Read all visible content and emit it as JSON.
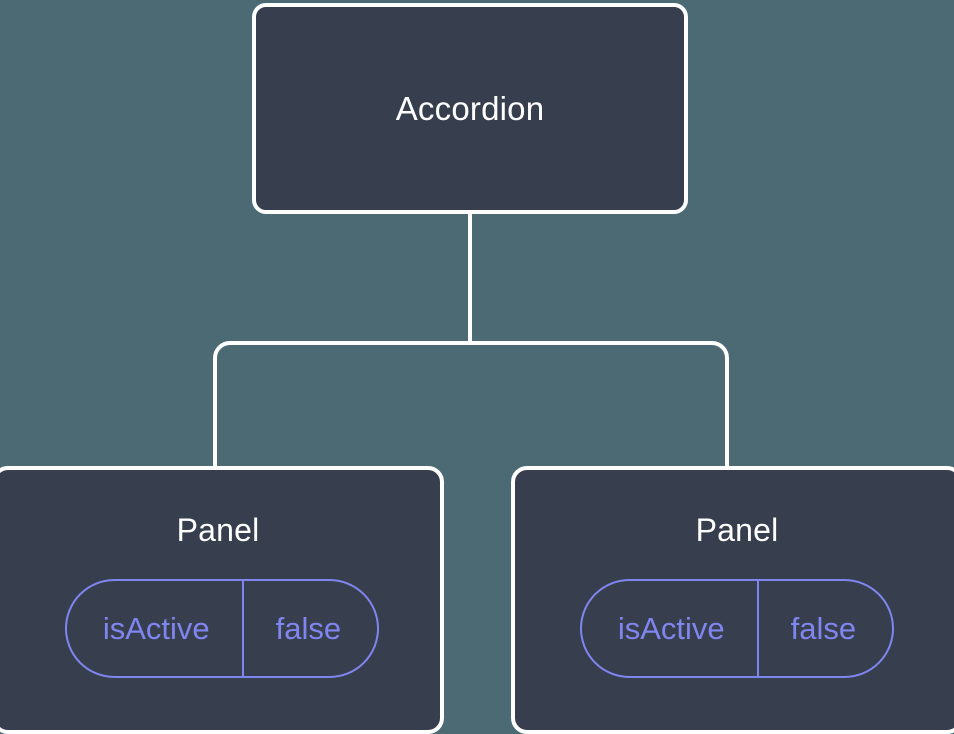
{
  "canvas": {
    "background_color": "#4c6a73",
    "node_fill_color": "#373e4d",
    "node_border_color": "#ffffff",
    "connector_color": "#ffffff",
    "prop_accent_color": "#8086ef"
  },
  "tree": {
    "root": {
      "title": "Accordion"
    },
    "children": [
      {
        "title": "Panel",
        "props": [
          {
            "key": "isActive",
            "value": "false"
          }
        ]
      },
      {
        "title": "Panel",
        "props": [
          {
            "key": "isActive",
            "value": "false"
          }
        ]
      }
    ]
  }
}
